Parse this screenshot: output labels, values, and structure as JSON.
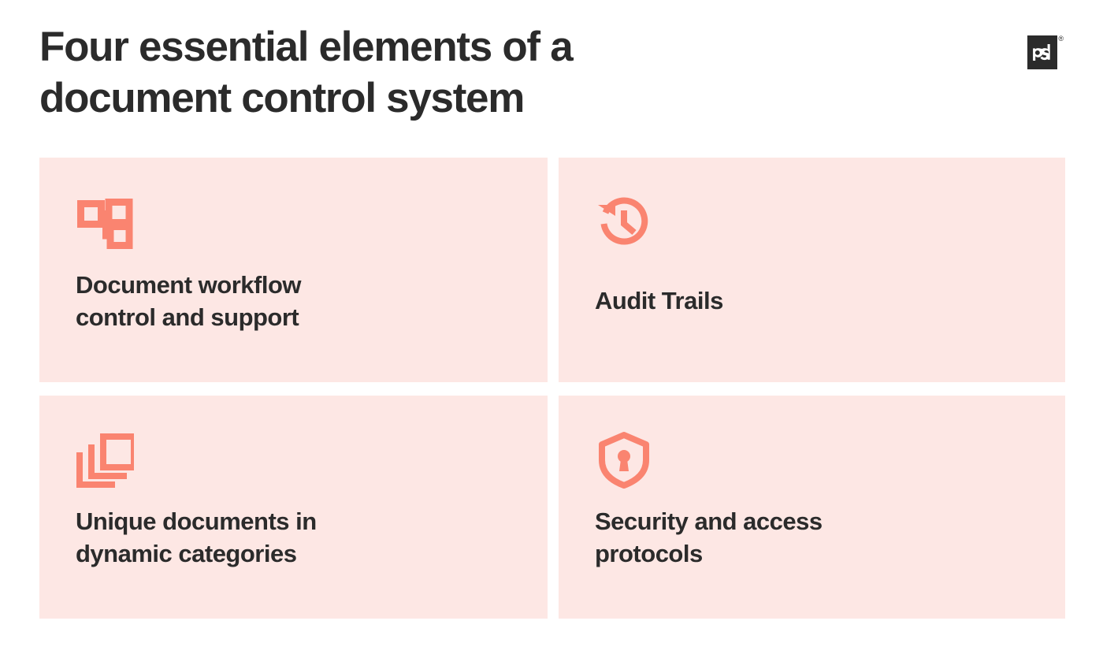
{
  "header": {
    "title": "Four essential elements of a\ndocument control system",
    "logo": {
      "name": "pandadoc-logo",
      "wordmark": "pd",
      "trademark": "®"
    }
  },
  "colors": {
    "page_background": "#FFFFFF",
    "card_background": "#FDE7E4",
    "accent": "#FA8470",
    "text": "#2B2B2B",
    "logo_background": "#2B2B2B"
  },
  "cards": [
    {
      "icon": "workflow-hierarchy-icon",
      "label": "Document workflow\ncontrol and support"
    },
    {
      "icon": "history-clock-icon",
      "label": "Audit Trails"
    },
    {
      "icon": "stacked-layers-icon",
      "label": "Unique documents in\ndynamic categories"
    },
    {
      "icon": "shield-lock-icon",
      "label": "Security and access\nprotocols"
    }
  ]
}
